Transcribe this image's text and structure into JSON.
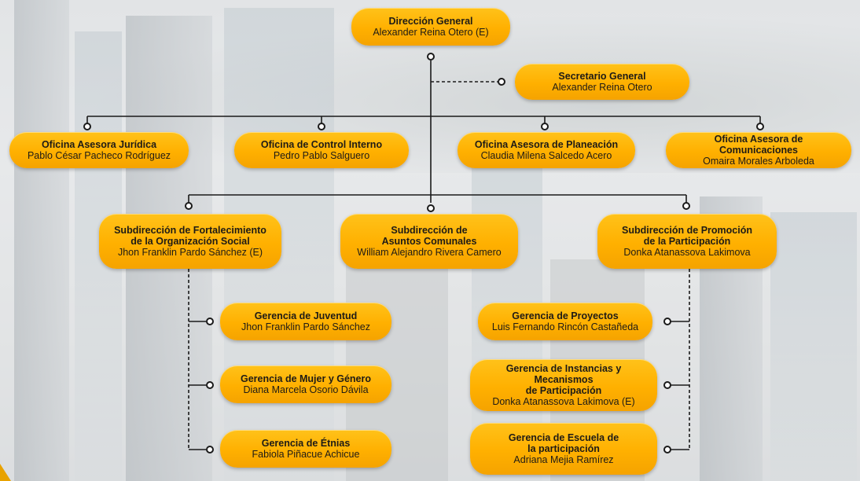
{
  "org_chart": {
    "director": {
      "title": "Dirección General",
      "person": "Alexander Reina Otero (E)"
    },
    "secretary": {
      "title": "Secretario General",
      "person": "Alexander Reina Otero"
    },
    "offices": [
      {
        "title": "Oficina Asesora Jurídica",
        "person": "Pablo César Pacheco Rodríguez"
      },
      {
        "title": "Oficina de Control Interno",
        "person": "Pedro Pablo Salguero"
      },
      {
        "title": "Oficina Asesora de Planeación",
        "person": "Claudia Milena Salcedo Acero"
      },
      {
        "title": "Oficina Asesora de Comunicaciones",
        "person": "Omaira Morales Arboleda"
      }
    ],
    "subdirections": [
      {
        "title": "Subdirección de Fortalecimiento\nde la Organización Social",
        "person": "Jhon Franklin Pardo Sánchez (E)"
      },
      {
        "title": "Subdirección de\nAsuntos Comunales",
        "person": "William Alejandro Rivera Camero"
      },
      {
        "title": "Subdirección de Promoción\nde la Participación",
        "person": "Donka Atanassova Lakimova"
      }
    ],
    "left_managements": [
      {
        "title": "Gerencia de Juventud",
        "person": "Jhon Franklin Pardo Sánchez"
      },
      {
        "title": "Gerencia de Mujer y Género",
        "person": "Diana Marcela Osorio Dávila"
      },
      {
        "title": "Gerencia de Étnias",
        "person": "Fabiola Piñacue Achicue"
      }
    ],
    "right_managements": [
      {
        "title": "Gerencia de Proyectos",
        "person": "Luis Fernando Rincón Castañeda"
      },
      {
        "title": "Gerencia de Instancias y Mecanismos\nde Participación",
        "person": "Donka Atanassova Lakimova (E)"
      },
      {
        "title": "Gerencia de Escuela de\nla participación",
        "person": "Adriana Mejia Ramírez"
      }
    ]
  },
  "colors": {
    "box": "#ffb000",
    "box_text": "#1e1b16",
    "line": "#1a1a1a"
  }
}
